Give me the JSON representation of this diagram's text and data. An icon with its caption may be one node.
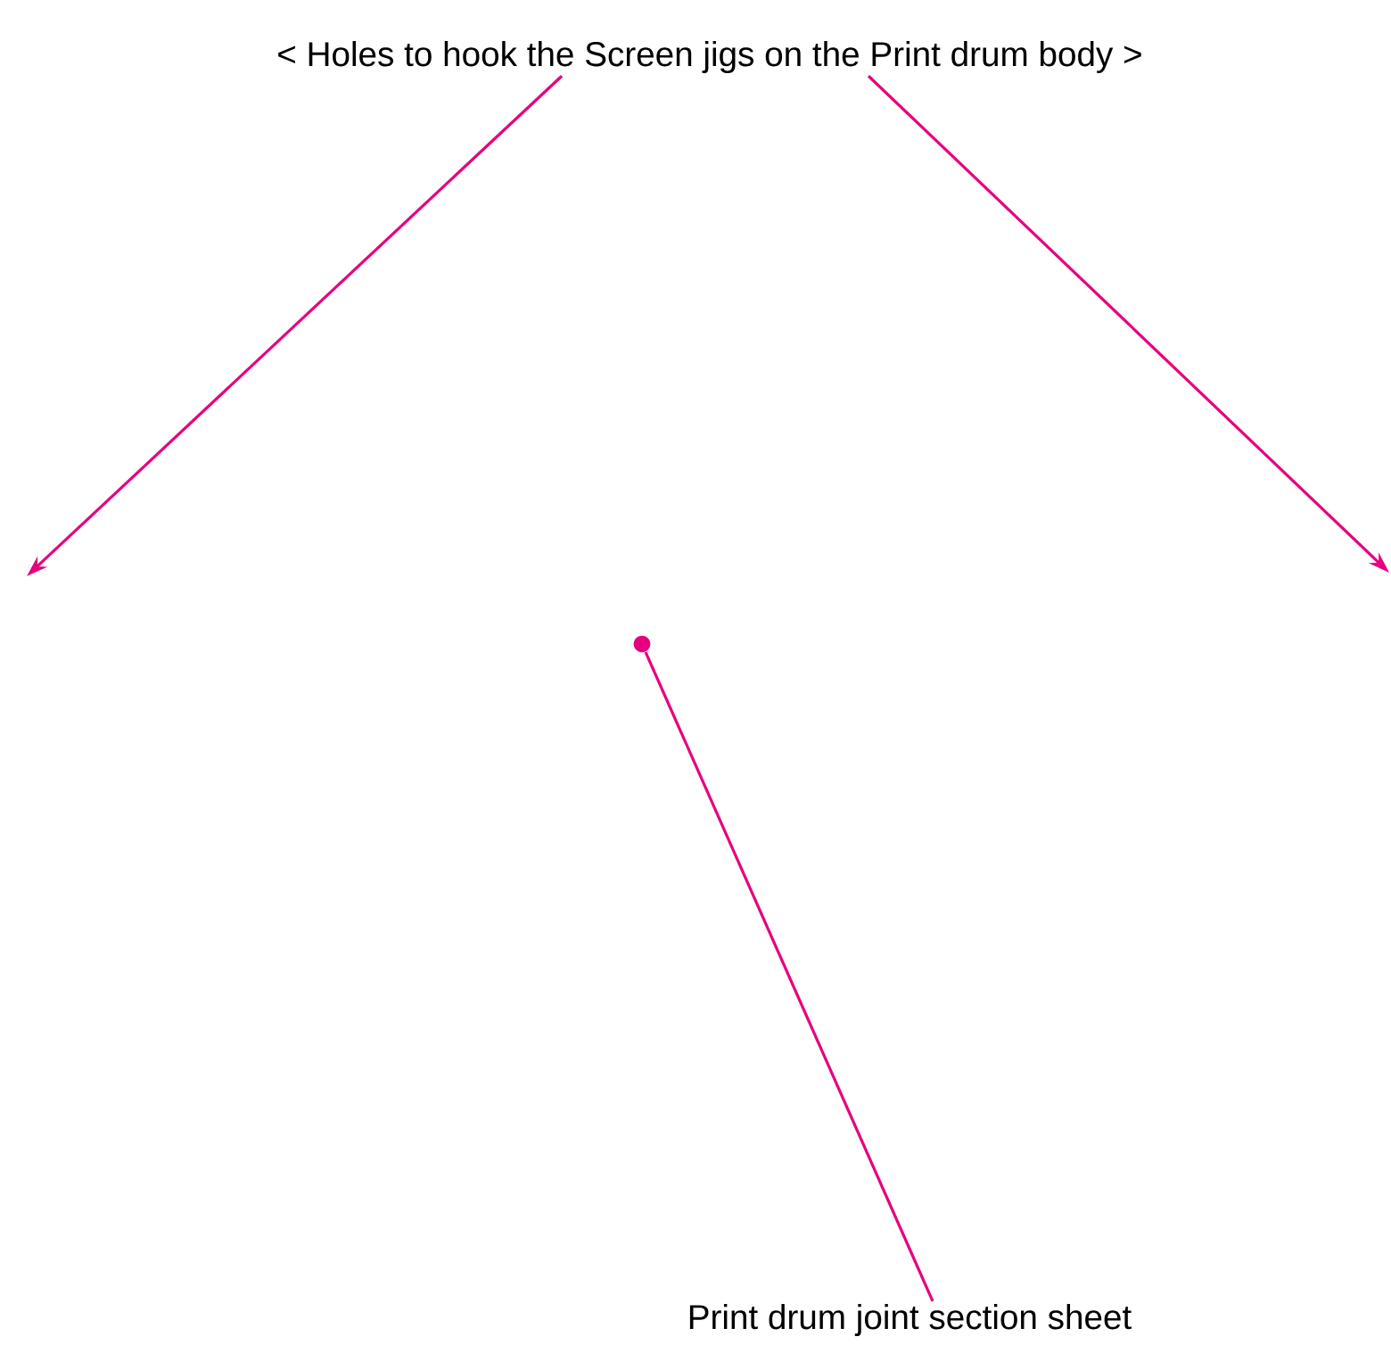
{
  "diagram": {
    "nodes": [
      {
        "text": [
          "< Holes to hook the Screen jigs on the Print drum body >"
        ]
      },
      {
        "text": [
          "Print drum joint section sheet"
        ]
      },
      {
        "text": [],
        "shape": "circle"
      }
    ],
    "edges": [
      {
        "from": 0,
        "to": null,
        "arrow": "to"
      },
      {
        "from": 0,
        "to": null,
        "arrow": "to"
      },
      {
        "from": 1,
        "to": 2,
        "arrow": "none"
      }
    ]
  }
}
